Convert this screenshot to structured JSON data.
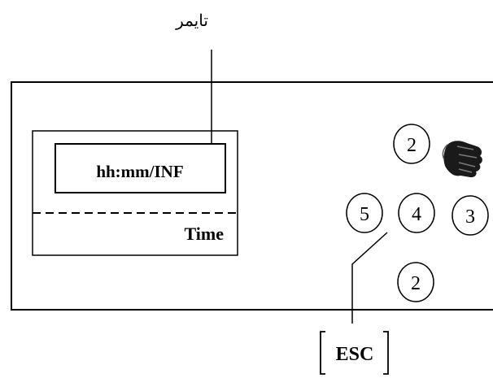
{
  "callouts": {
    "timer_label": "تایمر",
    "esc_label": "ESC"
  },
  "display": {
    "value_text": "hh:mm/INF",
    "mode_text": "Time"
  },
  "keypad": {
    "key_top": "2",
    "key_left": "5",
    "key_center": "4",
    "key_right": "3",
    "key_bottom": "2"
  },
  "icons": {
    "pointer": "pointing-hand-icon"
  }
}
